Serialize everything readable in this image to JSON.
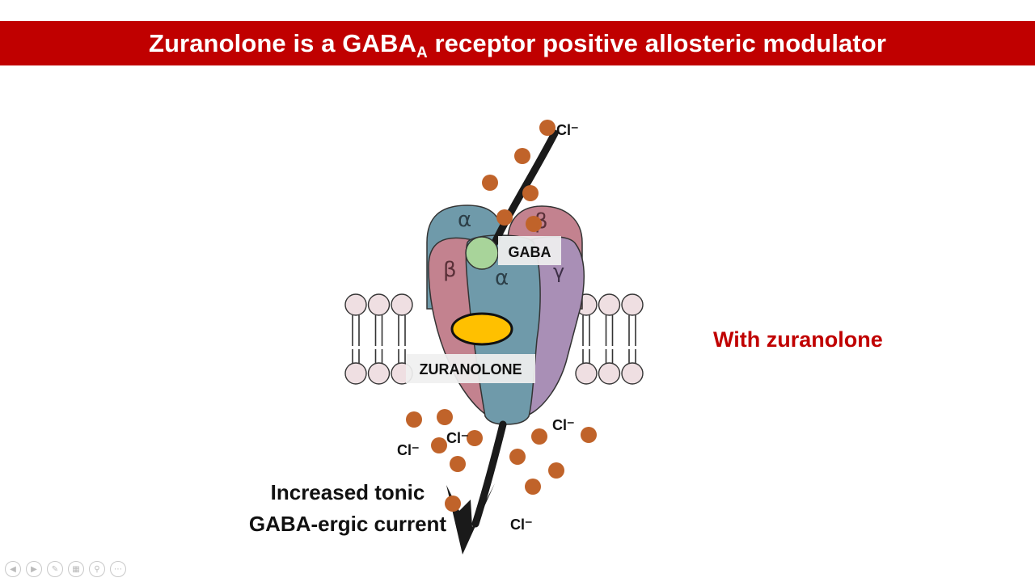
{
  "header": {
    "title_main": "Zuranolone is a GABA",
    "title_sub": "A",
    "title_rest": " receptor positive allosteric modulator",
    "bg_color": "#c00000"
  },
  "diagram": {
    "subunit_labels": {
      "alpha_back": "α",
      "beta_back": "β",
      "beta_front": "β",
      "alpha_front": "α",
      "gamma_front": "γ"
    },
    "gaba_label": "GABA",
    "drug_label": "ZURANOLONE",
    "chloride_label": "Cl⁻",
    "colors": {
      "alpha": "#6f9aaa",
      "beta": "#c3828f",
      "gamma": "#a98fb6",
      "gaba": "#a8d49a",
      "drug": "#ffc000",
      "chloride": "#c0632a",
      "lipid_head": "#efdfe2"
    }
  },
  "condition_label": "With zuranolone",
  "caption": {
    "line1": "Increased tonic",
    "line2": "GABA-ergic current"
  },
  "slideshow_controls": [
    "prev-icon",
    "next-icon",
    "pen-icon",
    "slides-icon",
    "zoom-icon",
    "more-icon"
  ]
}
